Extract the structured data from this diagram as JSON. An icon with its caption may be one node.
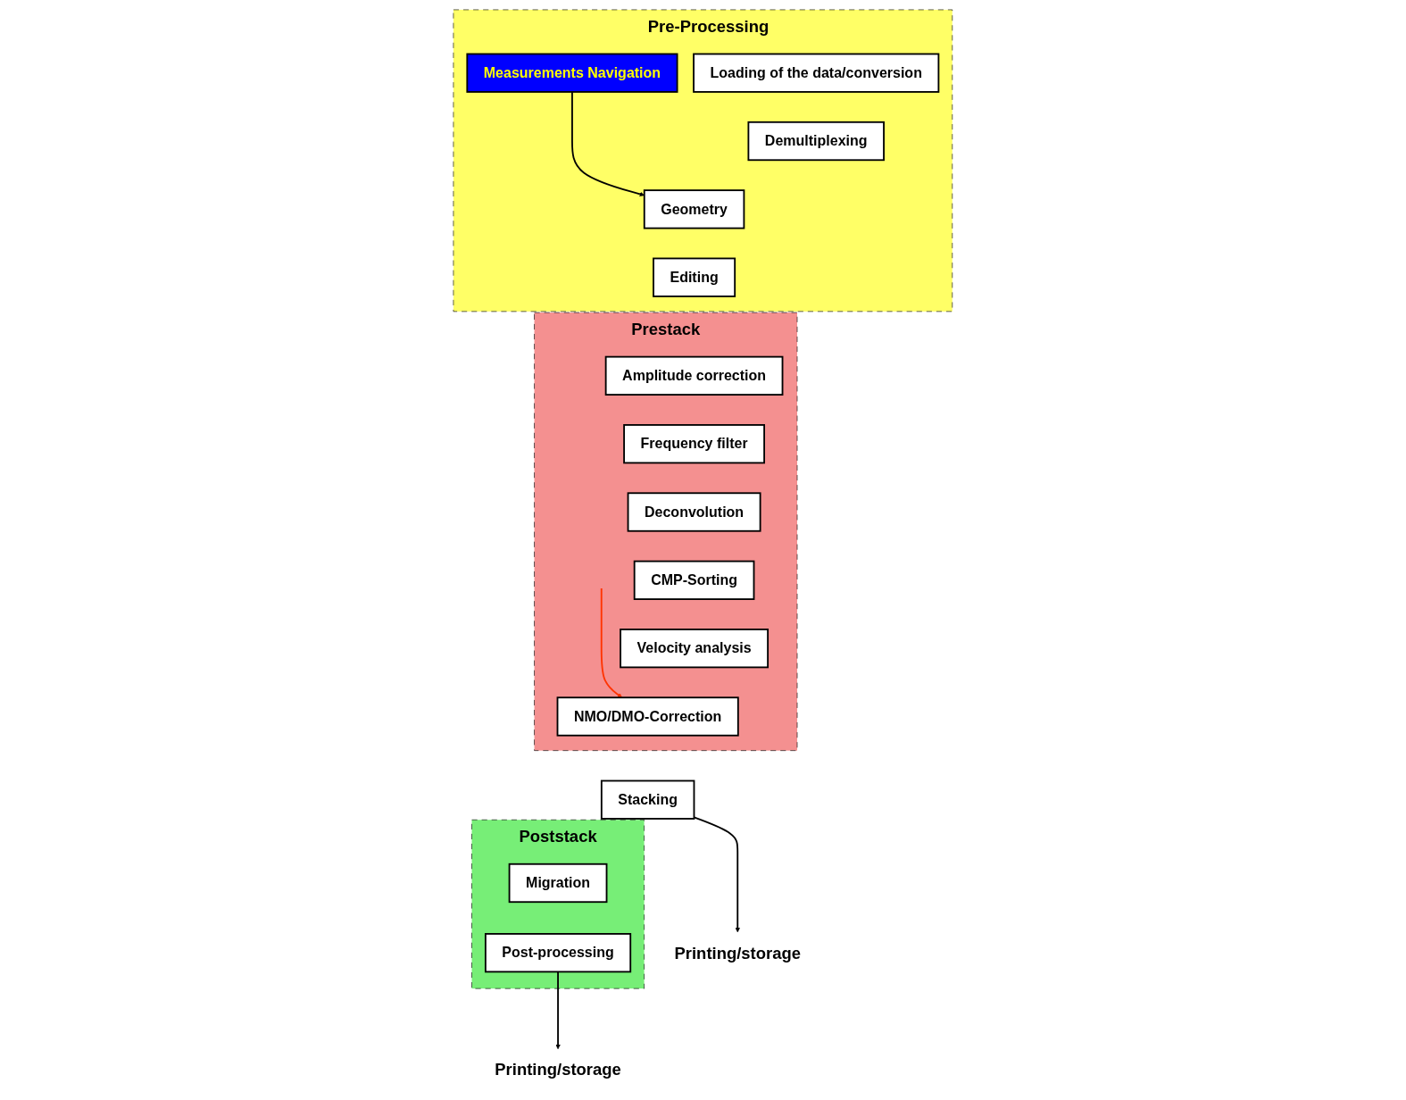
{
  "diagram": {
    "nodes": [
      {
        "text": [
          "Pre-Processing"
        ]
      },
      {
        "text": [
          "Loading of the data/conversion"
        ],
        "in": 0
      },
      {
        "text": [
          "Demultiplexing"
        ],
        "in": 0
      },
      {
        "text": [
          "Geometry"
        ],
        "in": 0
      },
      {
        "text": [
          "Editing"
        ],
        "in": 0
      },
      {
        "text": [
          "Measurements Navigation"
        ],
        "in": 0
      },
      {
        "text": [
          "Prestack"
        ]
      },
      {
        "text": [
          "Amplitude correction"
        ],
        "in": 6
      },
      {
        "text": [
          "Frequency filter"
        ],
        "in": 6
      },
      {
        "text": [
          "Deconvolution"
        ],
        "in": 6
      },
      {
        "text": [
          "CMP-Sorting"
        ],
        "in": 6
      },
      {
        "text": [
          "Velocity analysis"
        ],
        "in": 6
      },
      {
        "text": [
          "NMO/DMO-Correction"
        ],
        "in": 6
      },
      {
        "text": [
          "Stacking"
        ]
      },
      {
        "text": [
          "Poststack"
        ]
      },
      {
        "text": [
          "Migration"
        ],
        "in": 14
      },
      {
        "text": [
          "Post-processing"
        ],
        "in": 14
      },
      {
        "text": [
          "Printing/storage"
        ]
      },
      {
        "text": [
          "Printing/storage"
        ]
      }
    ],
    "edges": [
      {
        "from": 5,
        "to": 3,
        "arrow": "to"
      },
      {
        "from": null,
        "to": 12,
        "arrow": "to",
        "color": "#ff3300"
      },
      {
        "from": 13,
        "to": 18,
        "arrow": "to"
      },
      {
        "from": 16,
        "to": 17,
        "arrow": "to"
      }
    ]
  }
}
